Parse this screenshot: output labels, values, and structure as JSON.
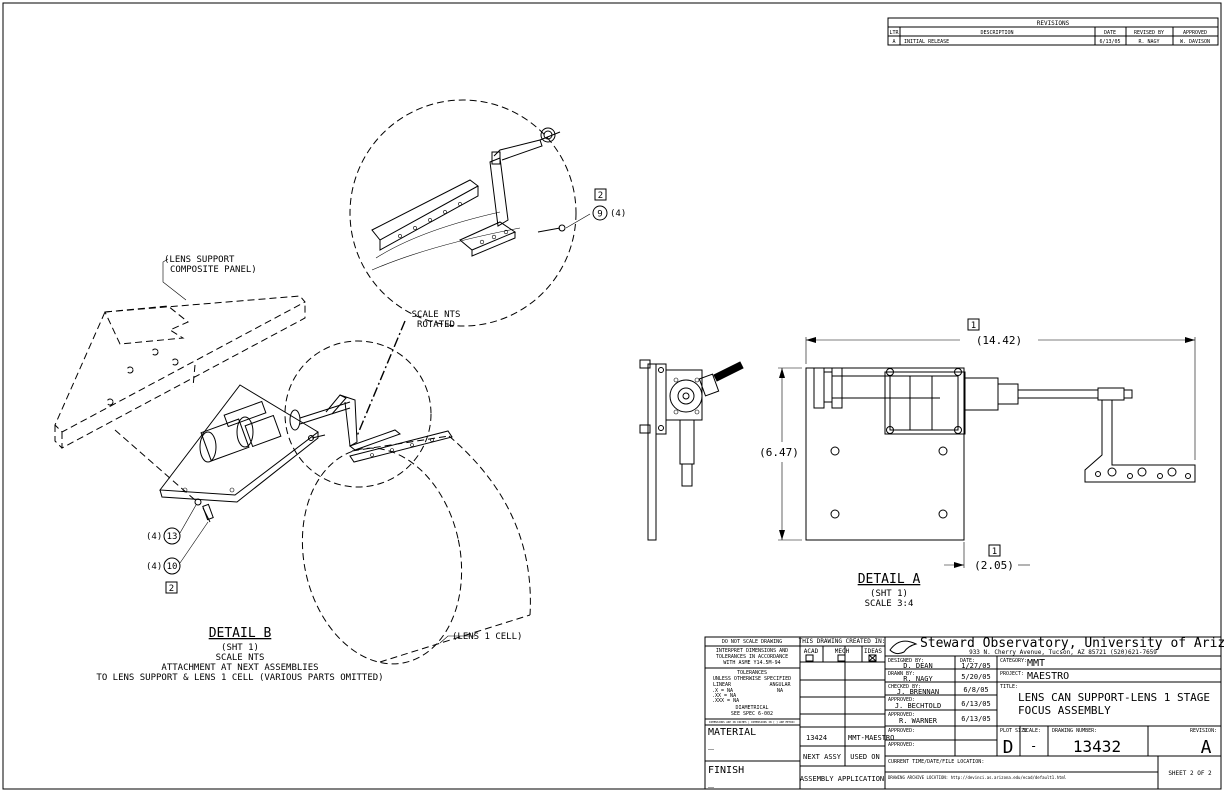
{
  "revisions": {
    "title": "REVISIONS",
    "headers": [
      "LTR",
      "DESCRIPTION",
      "DATE",
      "REVISED BY",
      "APPROVED"
    ],
    "rows": [
      [
        "A",
        "INITIAL RELEASE",
        "6/13/05",
        "R. NAGY",
        "W. DAVISON"
      ]
    ]
  },
  "detail_b": {
    "title": "DETAIL B",
    "lines": [
      "(SHT 1)",
      "SCALE NTS",
      "ATTACHMENT AT NEXT ASSEMBLIES",
      "TO LENS SUPPORT & LENS 1 CELL (VARIOUS PARTS OMITTED)"
    ],
    "callout_panel": [
      "(LENS SUPPORT",
      "COMPOSITE PANEL)"
    ],
    "callout_cell": "(LENS 1 CELL)",
    "magnifier_note": [
      "SCALE NTS",
      "ROTATED"
    ],
    "balloon_9": "9",
    "balloon_9_qty": "(4)",
    "flag_2a": "2",
    "balloon_13": "13",
    "balloon_13_qty": "(4)",
    "balloon_10": "10",
    "balloon_10_qty": "(4)",
    "flag_2b": "2"
  },
  "detail_a": {
    "title": "DETAIL A",
    "lines": [
      "(SHT 1)",
      "SCALE 3:4"
    ],
    "dim_width": "(14.42)",
    "dim_height": "(6.47)",
    "dim_offset": "(2.05)",
    "flag_1a": "1",
    "flag_1b": "1"
  },
  "title_block": {
    "no_scale": "DO NOT SCALE DRAWING",
    "interpret": [
      "INTERPRET DIMENSIONS AND",
      "TOLERANCES IN ACCORDANCE",
      "WITH ASME Y14.5M-94"
    ],
    "tolerances": "TOLERANCES",
    "unless": "UNLESS OTHERWISE SPECIFIED",
    "linear": "LINEAR",
    "angular": "ANGULAR",
    "tol_lines": [
      ".X  = NA",
      ".XX = NA",
      ".XXX = NA"
    ],
    "angular_value": "NA",
    "diametrical": "DIAMETRICAL",
    "spec": "SEE SPEC 6-002",
    "fine_print": "DIMENSIONS ARE IN INCHES | DIMENSIONS IN [ ] ARE METRIC",
    "material_label": "MATERIAL",
    "material_value": "_",
    "finish_label": "FINISH",
    "finish_value": "_",
    "created_in": "THIS DRAWING CREATED IN:",
    "cad_options": [
      "ACAD",
      "MECH",
      "IDEAS"
    ],
    "next_assy_value": "13424",
    "used_on_value": "MMT-MAESTRO",
    "next_assy_label": "NEXT ASSY",
    "used_on_label": "USED ON",
    "application": "ASSEMBLY APPLICATION",
    "org_name": "Steward Observatory, University of Arizona",
    "org_address": "933 N. Cherry Avenue, Tucson, AZ  85721   (520)621-7659",
    "designed_label": "DESIGNED BY:",
    "designed_by": "D. DEAN",
    "date_label": "DATE:",
    "designed_date": "1/27/05",
    "drawn_label": "DRAWN BY:",
    "drawn_by": "R. NAGY",
    "drawn_date": "5/20/05",
    "checked_label": "CHECKED BY:",
    "checked_by": "J. BRENNAN",
    "checked_date": "6/8/05",
    "approved_label": "APPROVED:",
    "approved1": "J. BECHTOLD",
    "approved1_date": "6/13/05",
    "approved2": "R. WARNER",
    "approved2_date": "6/13/05",
    "category_label": "CATEGORY:",
    "category": "MMT",
    "project_label": "PROJECT:",
    "project": "MAESTRO",
    "title_label": "TITLE:",
    "title_line1": "LENS CAN SUPPORT-LENS 1 STAGE",
    "title_line2": "FOCUS ASSEMBLY",
    "plot_size_label": "PLOT SIZE",
    "plot_size": "D",
    "scale_label": "SCALE:",
    "scale": "-",
    "drawing_number_label": "DRAWING NUMBER:",
    "drawing_number": "13432",
    "revision_label": "REVISION:",
    "revision": "A",
    "current_time_label": "CURRENT TIME/DATE/FILE LOCATION:",
    "archive_label": "DRAWING ARCHIVE LOCATION: http://devinci.as.arizona.edu/ecad/default1.html",
    "sheet": "SHEET 2 OF 2"
  }
}
